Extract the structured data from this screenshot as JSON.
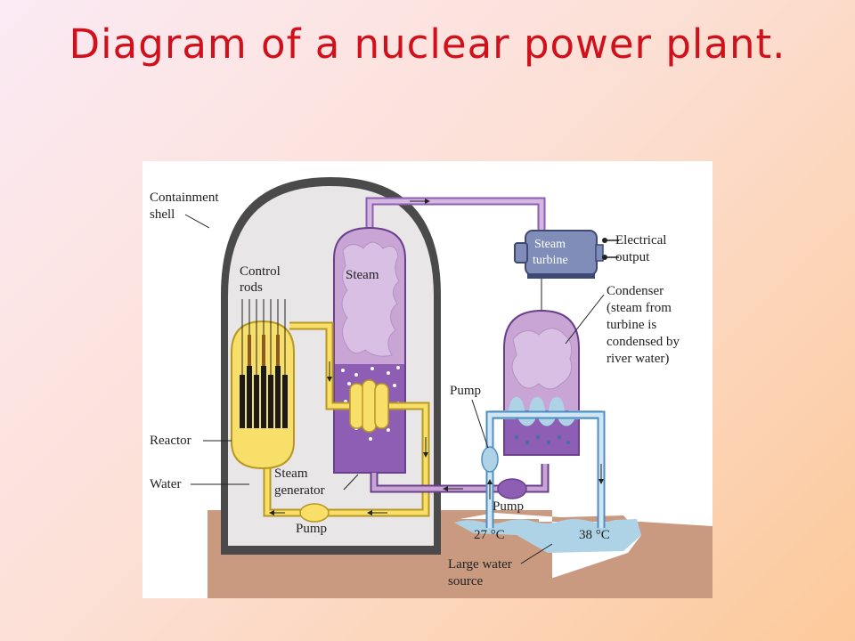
{
  "title": "Diagram of a nuclear power plant.",
  "labels": {
    "containment_shell": [
      "Containment",
      "shell"
    ],
    "control_rods": [
      "Control",
      "rods"
    ],
    "steam": "Steam",
    "steam_turbine": [
      "Steam",
      "turbine"
    ],
    "electrical_output": [
      "Electrical",
      "output"
    ],
    "condenser": [
      "Condenser",
      "(steam from",
      "turbine is",
      "condensed by",
      "river water)"
    ],
    "pump_top": "Pump",
    "reactor": "Reactor",
    "water": "Water",
    "steam_generator": [
      "Steam",
      "generator"
    ],
    "pump_bottom": "Pump",
    "pump_right": "Pump",
    "temp_in": "27 °C",
    "temp_out": "38 °C",
    "water_source": [
      "Large water",
      "source"
    ]
  },
  "colors": {
    "title": "#d0101a",
    "containment_wall": "#4a4a4a",
    "reactor_yellow": "#f7df6a",
    "steam_purple": "#c9a5d5",
    "water_purple": "#8d5eb4",
    "cooling_water": "#aed3e6",
    "ground": "#c99a80"
  }
}
